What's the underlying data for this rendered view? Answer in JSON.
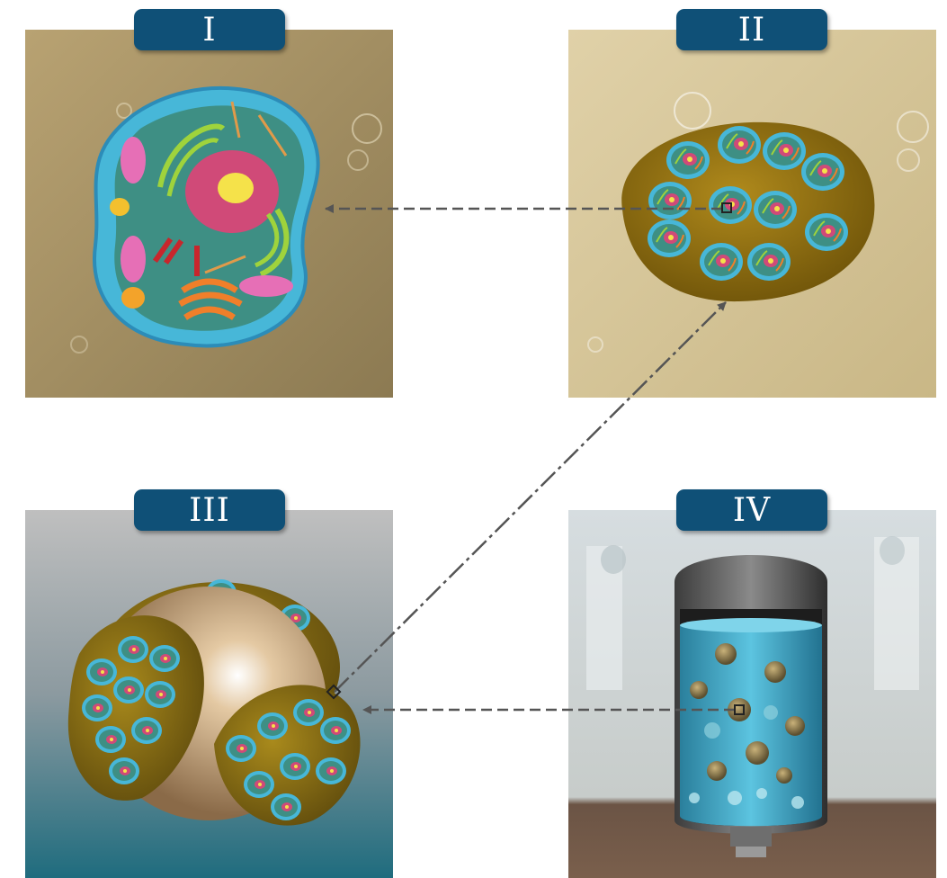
{
  "panels": [
    {
      "label": "I"
    },
    {
      "label": "II"
    },
    {
      "label": "III"
    },
    {
      "label": "IV"
    }
  ],
  "colors": {
    "badge": "#0f5077",
    "arrow": "#555555"
  }
}
